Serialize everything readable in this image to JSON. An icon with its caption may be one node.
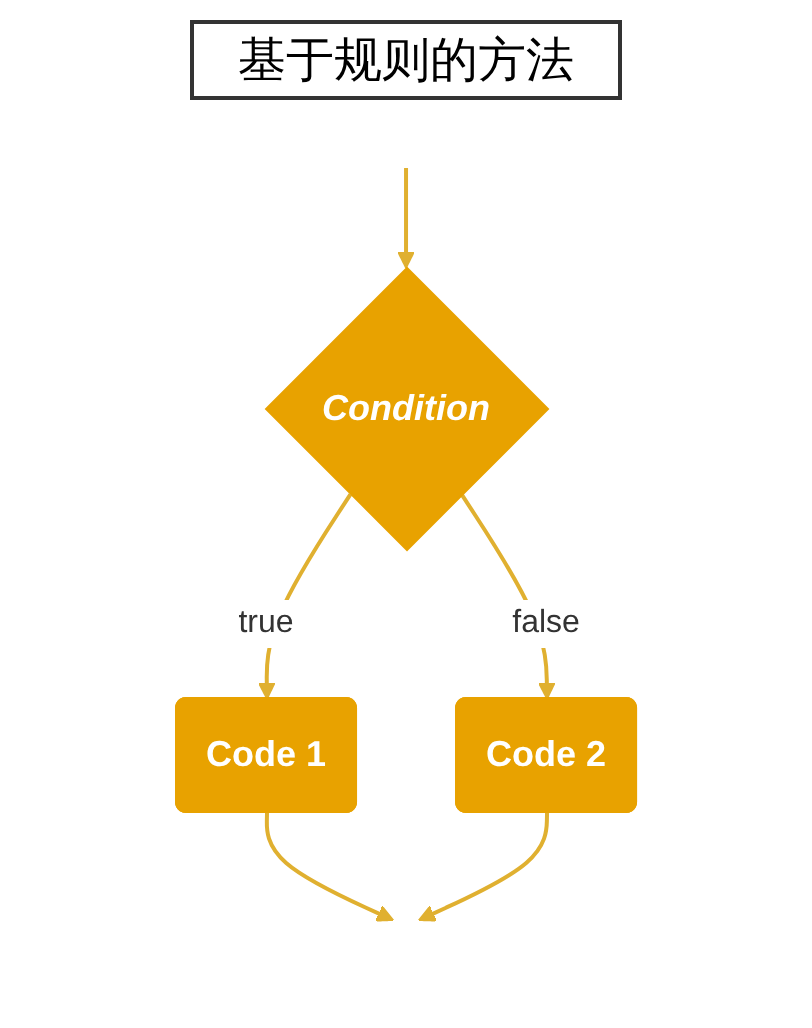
{
  "diagram": {
    "title": "基于规则的方法",
    "nodes": [
      {
        "text": [
          "Condition"
        ]
      },
      {
        "text": [
          "Code 1"
        ]
      },
      {
        "text": [
          "Code 2"
        ]
      }
    ],
    "edges": [
      {
        "from": null,
        "to": 0,
        "arrow": "to"
      },
      {
        "from": 0,
        "to": 1,
        "arrow": "to",
        "label": "true"
      },
      {
        "from": 0,
        "to": 2,
        "arrow": "to",
        "label": "false"
      },
      {
        "from": 1,
        "to": null,
        "arrow": "to"
      },
      {
        "from": 2,
        "to": null,
        "arrow": "to"
      }
    ]
  }
}
